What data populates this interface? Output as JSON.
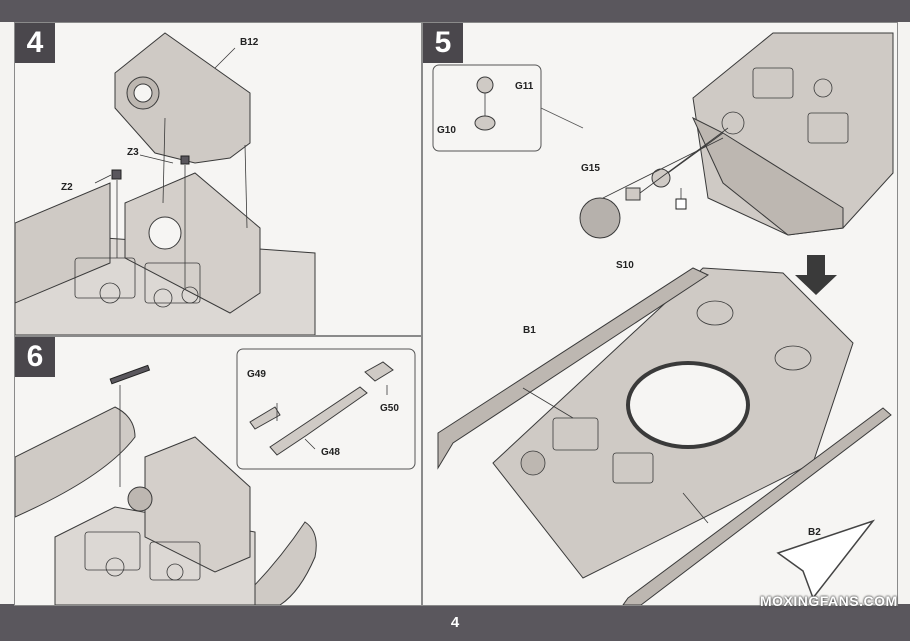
{
  "page": {
    "number": "4"
  },
  "steps": [
    {
      "number": "4",
      "labels": [
        "B12",
        "Z3",
        "Z2"
      ]
    },
    {
      "number": "5",
      "labels": [
        "G11",
        "G10",
        "G15",
        "S10",
        "B1",
        "B2"
      ]
    },
    {
      "number": "6",
      "labels": [
        "G49",
        "G50",
        "G48"
      ]
    }
  ],
  "watermark": {
    "text": "MOXINGFANS.COM"
  },
  "colors": {
    "band": "#5a575d",
    "badge": "#4a474c",
    "part": "#cfcac5",
    "line": "#3a3a3a"
  }
}
